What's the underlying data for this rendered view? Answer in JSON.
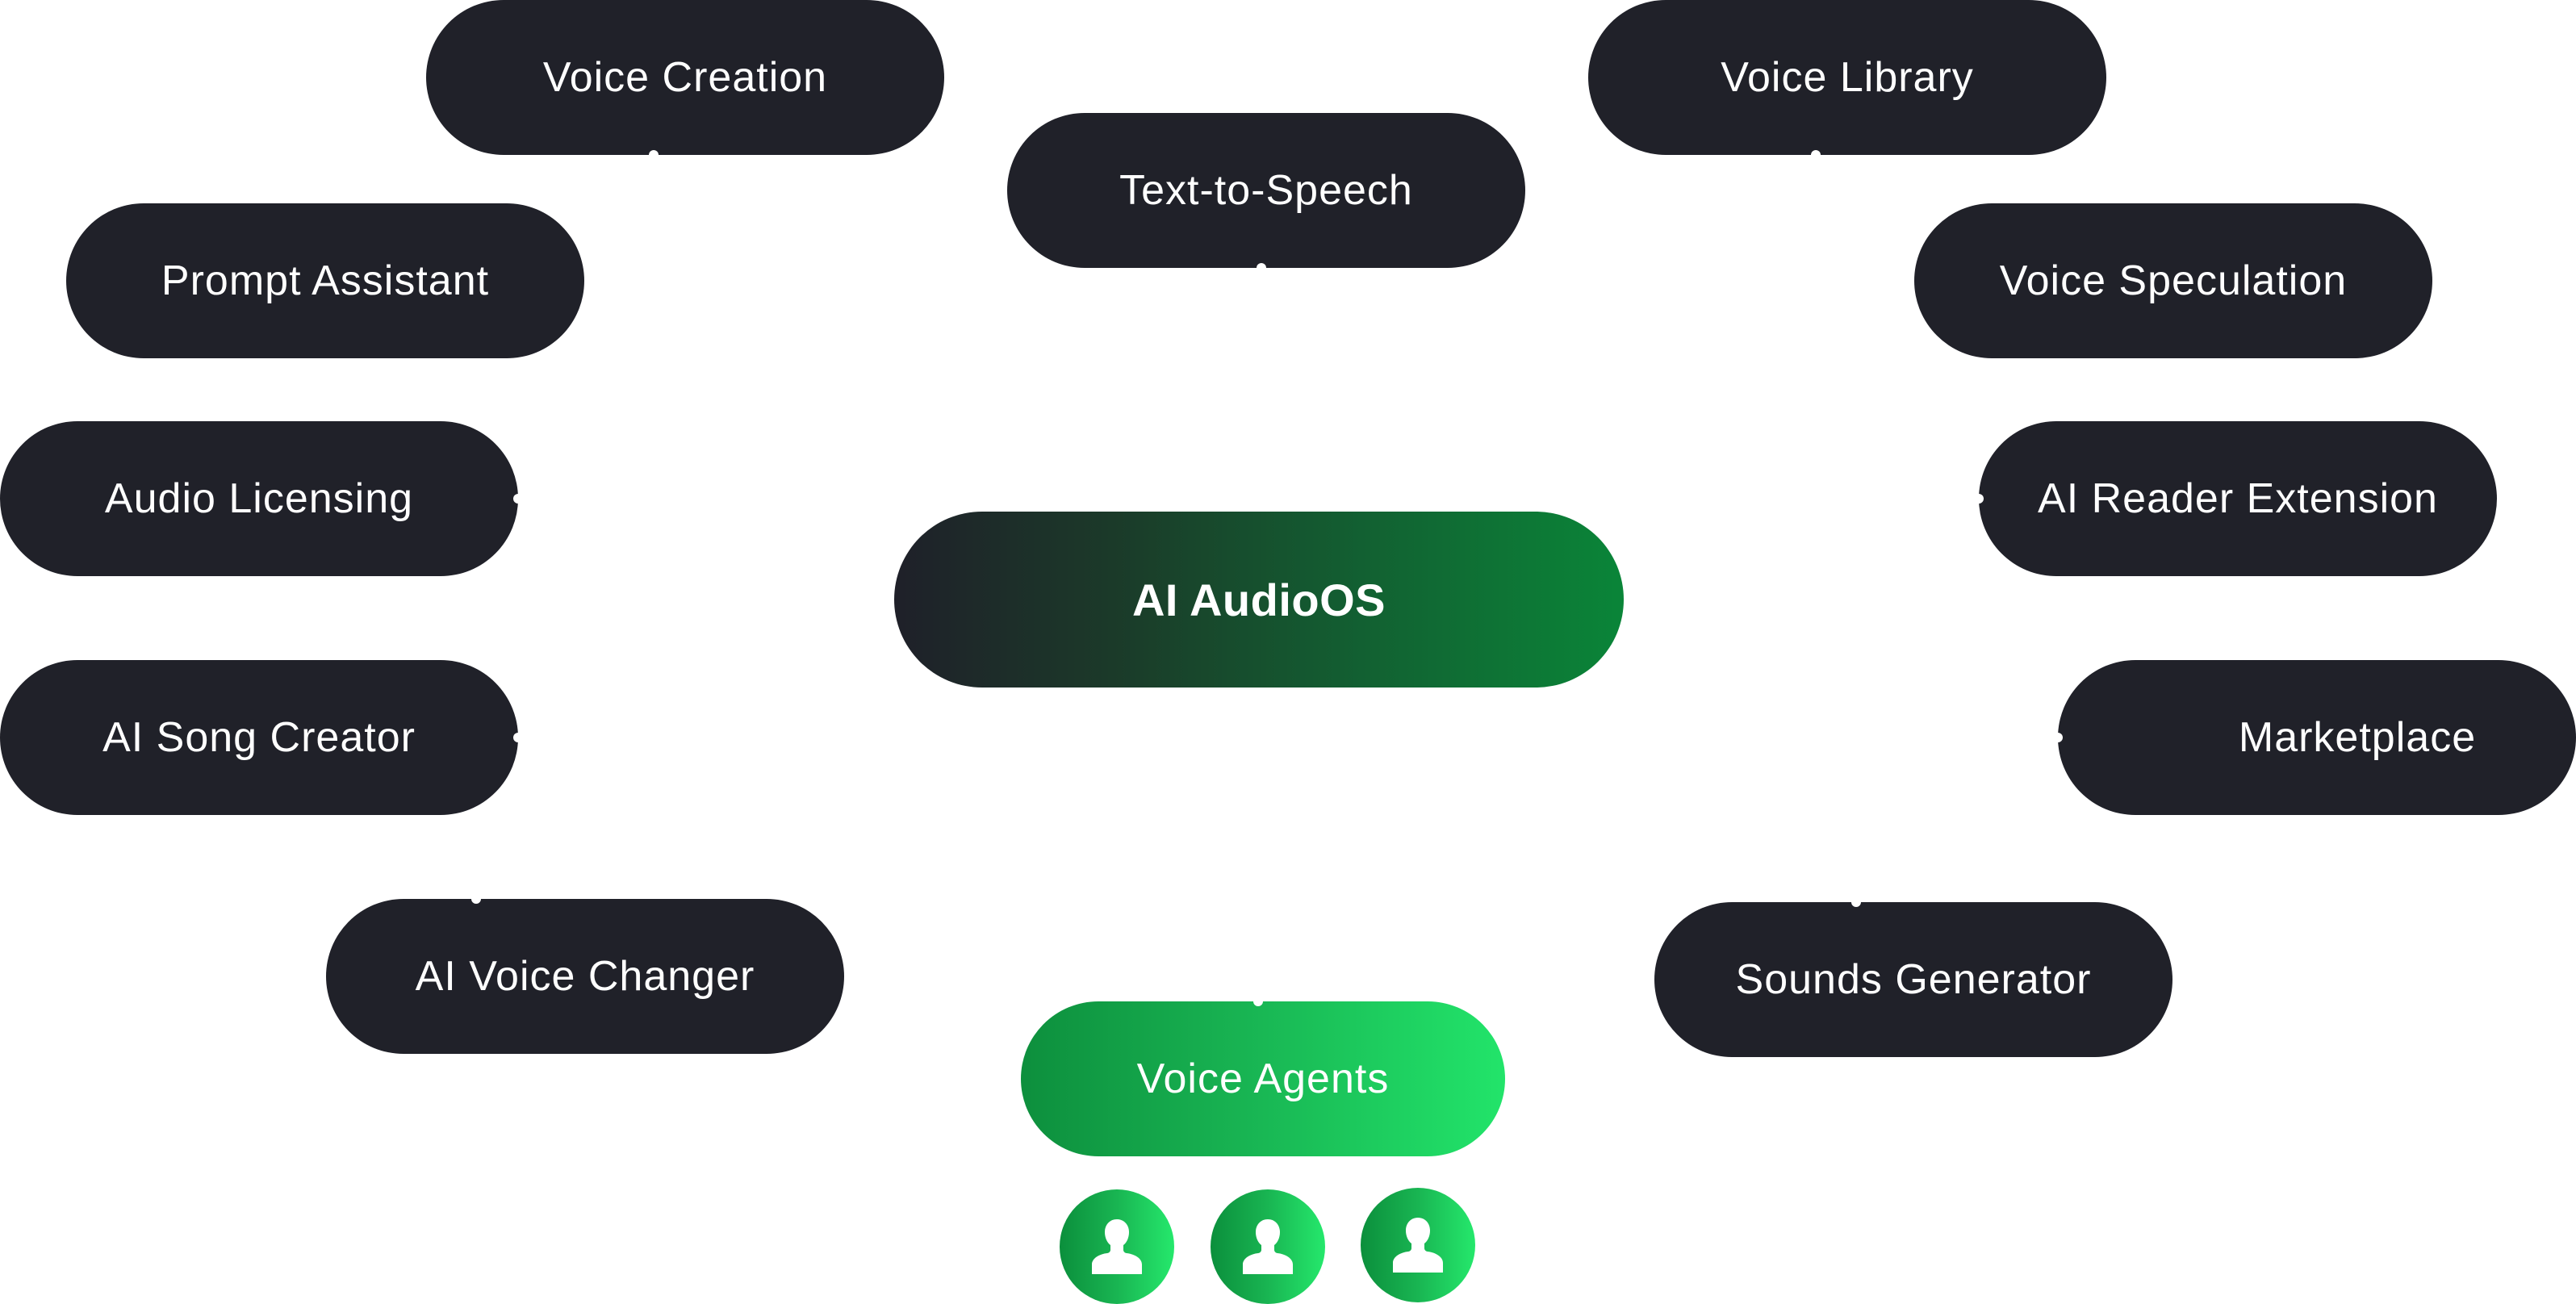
{
  "diagram": {
    "center": {
      "label": "AI AudioOS"
    },
    "featured": {
      "label": "Voice Agents",
      "agent_count": 3
    },
    "nodes": [
      {
        "id": "voice-creation",
        "label": "Voice Creation"
      },
      {
        "id": "text-to-speech",
        "label": "Text-to-Speech"
      },
      {
        "id": "voice-library",
        "label": "Voice Library"
      },
      {
        "id": "prompt-assistant",
        "label": "Prompt Assistant"
      },
      {
        "id": "voice-speculation",
        "label": "Voice Speculation"
      },
      {
        "id": "audio-licensing",
        "label": "Audio Licensing"
      },
      {
        "id": "ai-reader-extension",
        "label": "AI Reader Extension"
      },
      {
        "id": "ai-song-creator",
        "label": "AI Song Creator"
      },
      {
        "id": "marketplace",
        "label": "Marketplace"
      },
      {
        "id": "ai-voice-changer",
        "label": "AI Voice Changer"
      },
      {
        "id": "sounds-generator",
        "label": "Sounds Generator"
      }
    ],
    "agents": [
      {
        "icon": "user-icon"
      },
      {
        "icon": "user-icon"
      },
      {
        "icon": "user-icon"
      }
    ],
    "colors": {
      "node_bg": "#202129",
      "text": "#ffffff",
      "accent_green": "#22e46a",
      "dark_green": "#0a8538"
    }
  }
}
